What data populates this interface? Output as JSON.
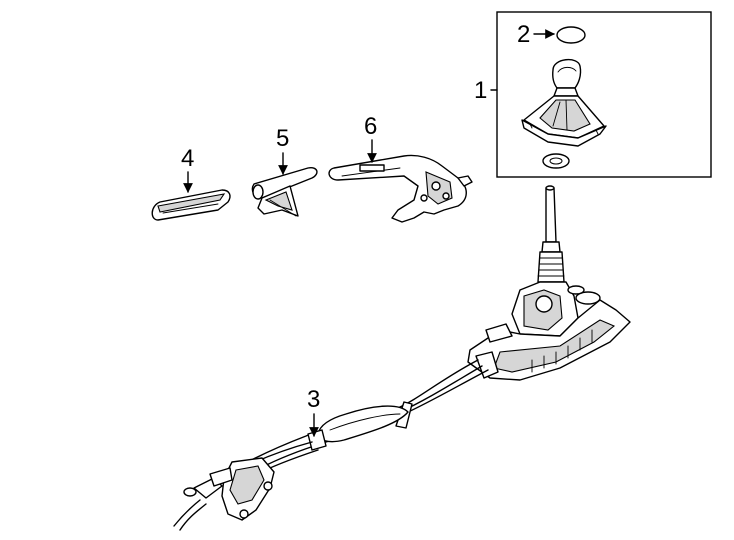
{
  "callouts": {
    "c1": "1",
    "c2": "2",
    "c3": "3",
    "c4": "4",
    "c5": "5",
    "c6": "6"
  },
  "colors": {
    "line": "#000000",
    "background": "#ffffff",
    "shade": "#d6d6d6"
  }
}
